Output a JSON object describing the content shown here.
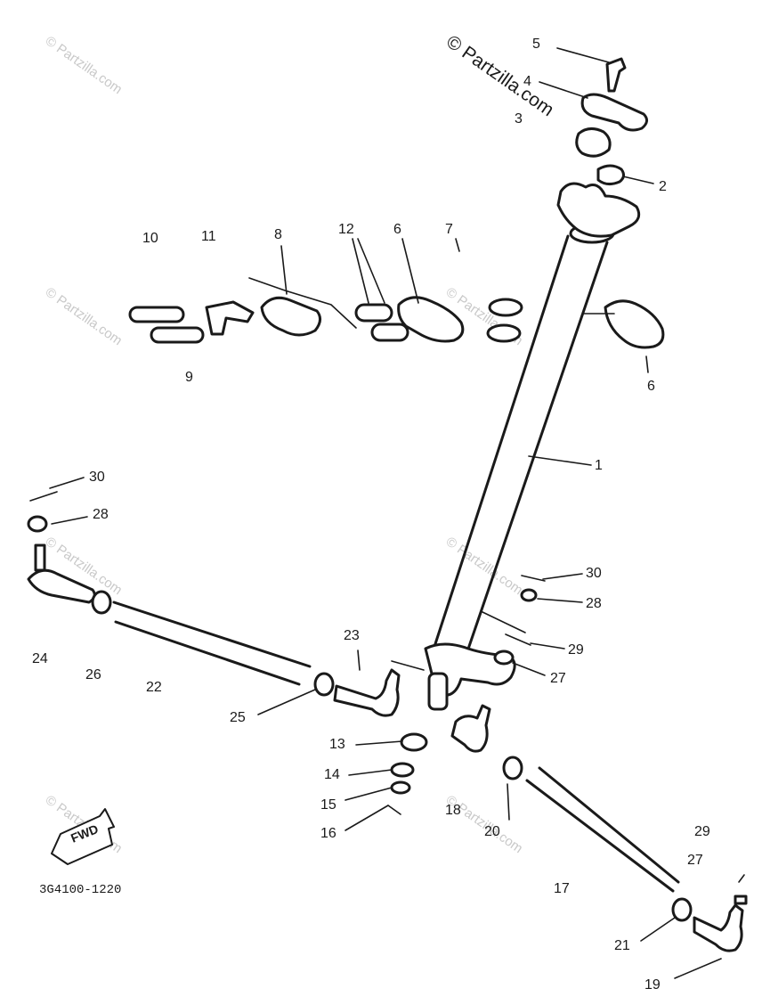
{
  "watermark": {
    "text": "© Partzilla.com"
  },
  "diagram_code": "3G4100-1220",
  "fwd_label": "FWD",
  "callouts": {
    "c1": "1",
    "c2": "2",
    "c3": "3",
    "c4": "4",
    "c5": "5",
    "c6a": "6",
    "c6b": "6",
    "c7": "7",
    "c8": "8",
    "c9": "9",
    "c10": "10",
    "c11": "11",
    "c12": "12",
    "c13": "13",
    "c14": "14",
    "c15": "15",
    "c16": "16",
    "c17": "17",
    "c18": "18",
    "c19": "19",
    "c20": "20",
    "c21": "21",
    "c22": "22",
    "c23": "23",
    "c24": "24",
    "c25": "25",
    "c26": "26",
    "c27a": "27",
    "c27b": "27",
    "c28a": "28",
    "c28b": "28",
    "c29a": "29",
    "c29b": "29",
    "c30a": "30",
    "c30b": "30"
  }
}
